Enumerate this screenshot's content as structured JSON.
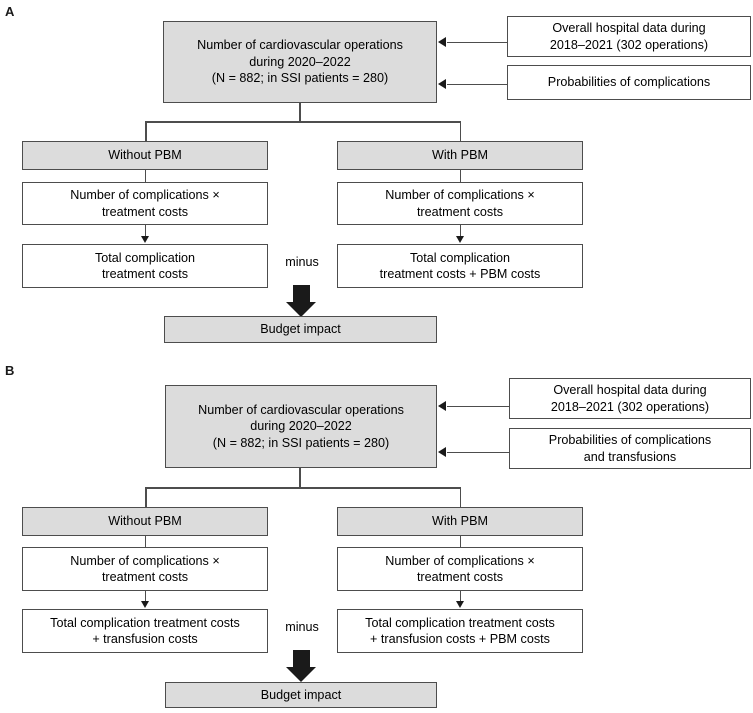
{
  "figure": {
    "panels": [
      {
        "id": "A",
        "label": "A",
        "source_box": {
          "text": "Number of cardiovascular operations\nduring 2020–2022\n(N = 882; in SSI patients = 280)"
        },
        "inputs": [
          {
            "text": "Overall hospital data during\n2018–2021 (302 operations)"
          },
          {
            "text": "Probabilities of complications"
          }
        ],
        "branches": [
          {
            "header": "Without PBM",
            "step1": "Number of complications ×\ntreatment costs",
            "step2": "Total complication\ntreatment costs"
          },
          {
            "header": "With PBM",
            "step1": "Number of complications ×\ntreatment costs",
            "step2": "Total complication\ntreatment costs + PBM costs"
          }
        ],
        "operator_label": "minus",
        "outcome": "Budget impact"
      },
      {
        "id": "B",
        "label": "B",
        "source_box": {
          "text": "Number of cardiovascular operations\nduring 2020–2022\n(N = 882; in SSI patients = 280)"
        },
        "inputs": [
          {
            "text": "Overall hospital data during\n2018–2021 (302 operations)"
          },
          {
            "text": "Probabilities of complications\nand transfusions"
          }
        ],
        "branches": [
          {
            "header": "Without PBM",
            "step1": "Number of complications ×\ntreatment costs",
            "step2": "Total complication treatment costs\n+ transfusion costs"
          },
          {
            "header": "With PBM",
            "step1": "Number of complications ×\ntreatment costs",
            "step2": "Total complication treatment costs\n+ transfusion costs + PBM costs"
          }
        ],
        "operator_label": "minus",
        "outcome": "Budget impact"
      }
    ],
    "colors": {
      "shaded_fill": "#dcdcdc",
      "box_stroke": "#4d4d4d",
      "arrow_fill": "#1a1a1a",
      "background": "#ffffff"
    }
  }
}
